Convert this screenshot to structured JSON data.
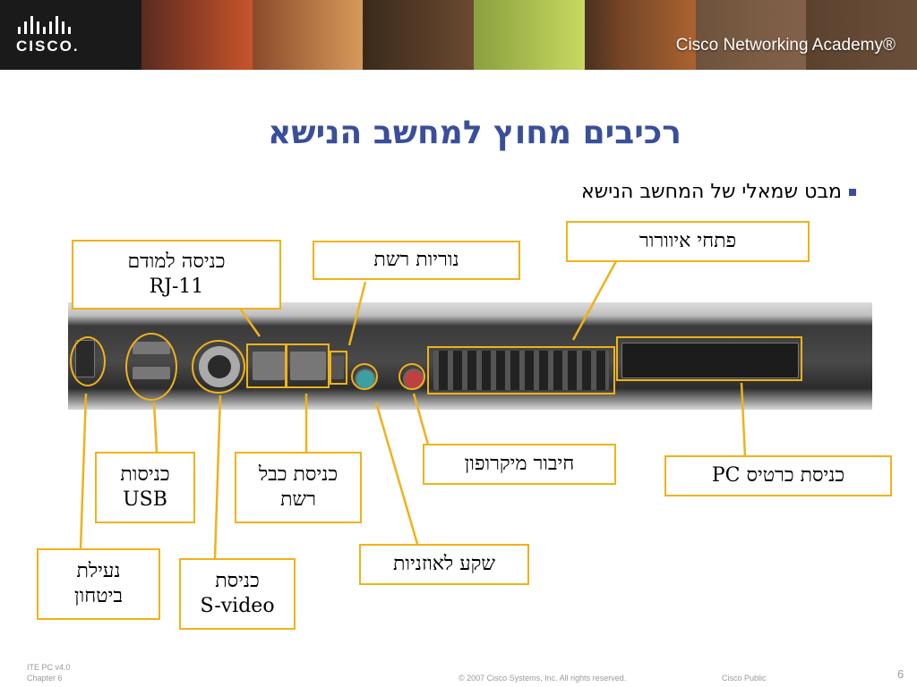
{
  "header": {
    "logo_text": "CISCO.",
    "academy_text": "Cisco Networking Academy®"
  },
  "slide": {
    "title": "רכיבים מחוץ למחשב הנישא",
    "bullet": "מבט שמאלי של המחשב הנישא"
  },
  "labels": {
    "modem": "כניסה למודם\nRJ-11",
    "leds": "נוריות רשת",
    "vents": "פתחי איוורור",
    "usb": "כניסות\nUSB",
    "network": "כניסת כבל\nרשת",
    "microphone": "חיבור מיקרופון",
    "pccard": "כניסת כרטיס PC",
    "security_lock": "נעילת\nביטחון",
    "svideo": "כניסת\nS-video",
    "headphones": "שקע לאוזניות"
  },
  "footer": {
    "course": "ITE PC v4.0",
    "chapter": "Chapter 6",
    "copyright": "© 2007 Cisco Systems, Inc. All rights reserved.",
    "classification": "Cisco Public",
    "page_number": "6"
  },
  "colors": {
    "title": "#3a4f9a",
    "highlight": "#f0b21a"
  }
}
